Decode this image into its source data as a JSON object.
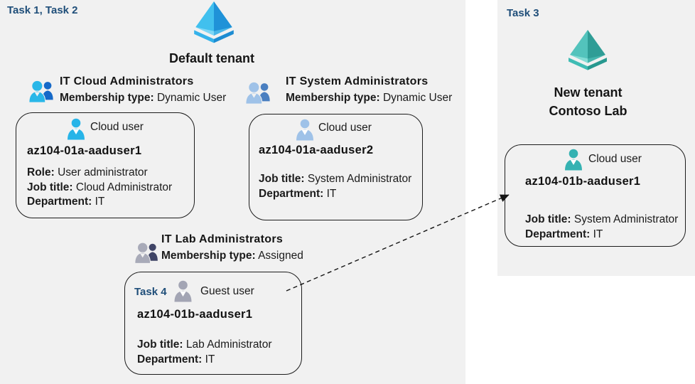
{
  "left_panel": {
    "task_label": "Task 1, Task 2",
    "tenant_name": "Default tenant",
    "tenant_icon": "azure-ad-tenant-icon",
    "groups": [
      {
        "name": "IT Cloud Administrators",
        "membership_label": "Membership type:",
        "membership_value": "Dynamic User",
        "icon": "group-users-icon-blue",
        "card": {
          "type_label": "Cloud user",
          "icon": "cloud-user-icon-cyan",
          "username": "az104-01a-aaduser1",
          "fields": [
            {
              "label": "Role:",
              "value": "User administrator"
            },
            {
              "label": "Job title:",
              "value": "Cloud Administrator"
            },
            {
              "label": "Department:",
              "value": "IT"
            }
          ]
        }
      },
      {
        "name": "IT System Administrators",
        "membership_label": "Membership type:",
        "membership_value": "Dynamic User",
        "icon": "group-users-icon-steelblue",
        "card": {
          "type_label": "Cloud user",
          "icon": "cloud-user-icon-lightblue",
          "username": "az104-01a-aaduser2",
          "fields": [
            {
              "label": "Job title:",
              "value": "System Administrator"
            },
            {
              "label": "Department:",
              "value": "IT"
            }
          ]
        }
      },
      {
        "name": "IT Lab Administrators",
        "membership_label": "Membership type:",
        "membership_value": "Assigned",
        "icon": "group-users-icon-gray",
        "card": {
          "task_label": "Task 4",
          "type_label": "Guest user",
          "icon": "guest-user-icon-gray",
          "username": "az104-01b-aaduser1",
          "fields": [
            {
              "label": "Job title:",
              "value": "Lab Administrator"
            },
            {
              "label": "Department:",
              "value": "IT"
            }
          ]
        }
      }
    ]
  },
  "right_panel": {
    "task_label": "Task 3",
    "tenant_icon": "azure-ad-tenant-icon-teal",
    "tenant_name_line1": "New tenant",
    "tenant_name_line2": "Contoso Lab",
    "card": {
      "type_label": "Cloud user",
      "icon": "cloud-user-icon-teal",
      "username": "az104-01b-aaduser1",
      "fields": [
        {
          "label": "Job title:",
          "value": "System Administrator"
        },
        {
          "label": "Department:",
          "value": "IT"
        }
      ]
    }
  },
  "colors": {
    "panel_background": "#f1f1f1",
    "task_label_blue": "#1f4e79",
    "card_border": "#1c1c1c",
    "person_cyan": "#27b4e8",
    "person_lightblue": "#9fc2e8",
    "person_gray": "#a3a5b4",
    "person_teal": "#35b2b2",
    "tenant_icon_blue_light": "#41c0ee",
    "tenant_icon_blue_dark": "#1f92d8",
    "tenant_icon_teal_light": "#53c3bc",
    "tenant_icon_teal_dark": "#2f9d96"
  }
}
